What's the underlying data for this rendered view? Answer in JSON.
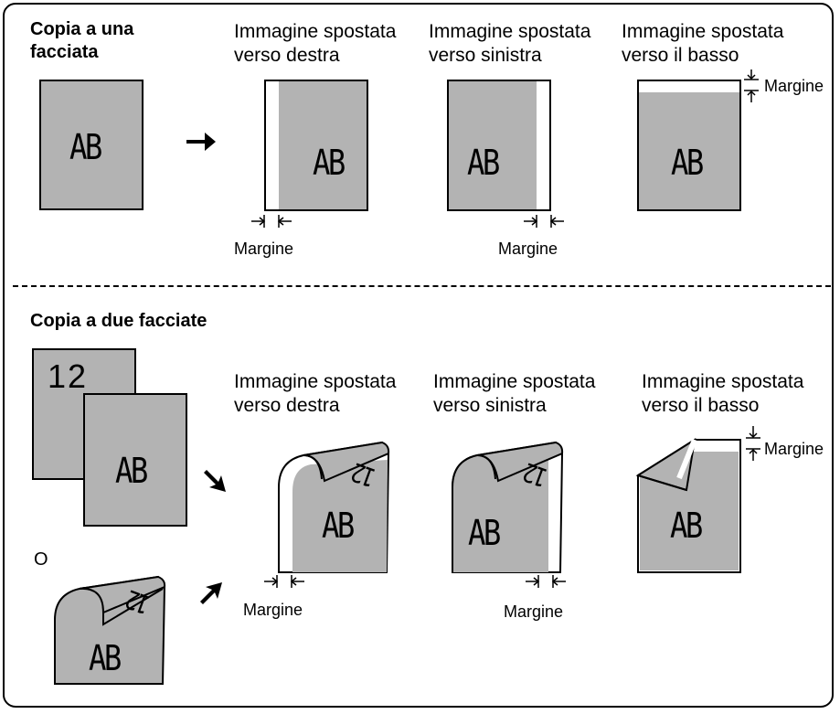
{
  "single_sided": {
    "heading": "Copia a una\nfacciata",
    "original_text": "AB",
    "shift_right": {
      "label": "Immagine spostata\nverso destra",
      "text": "AB",
      "margin_label": "Margine"
    },
    "shift_left": {
      "label": "Immagine spostata\nverso sinistra",
      "text": "AB",
      "margin_label": "Margine"
    },
    "shift_down": {
      "label": "Immagine spostata\nverso il basso",
      "text": "AB",
      "margin_label": "Margine"
    }
  },
  "double_sided": {
    "heading": "Copia a due facciate",
    "back_page_text": "12",
    "front_page_text": "AB",
    "or_label": "O",
    "curled_original": {
      "front_text": "AB",
      "back_text": "12"
    },
    "shift_right": {
      "label": "Immagine spostata\nverso destra",
      "front_text": "AB",
      "back_text": "12",
      "margin_label": "Margine"
    },
    "shift_left": {
      "label": "Immagine spostata\nverso sinistra",
      "front_text": "AB",
      "back_text": "12",
      "margin_label": "Margine"
    },
    "shift_down": {
      "label": "Immagine spostata\nverso il basso",
      "front_text": "AB",
      "margin_label": "Margine"
    }
  },
  "colors": {
    "gray": "#b3b3b3",
    "line": "#000000",
    "background": "#ffffff"
  }
}
